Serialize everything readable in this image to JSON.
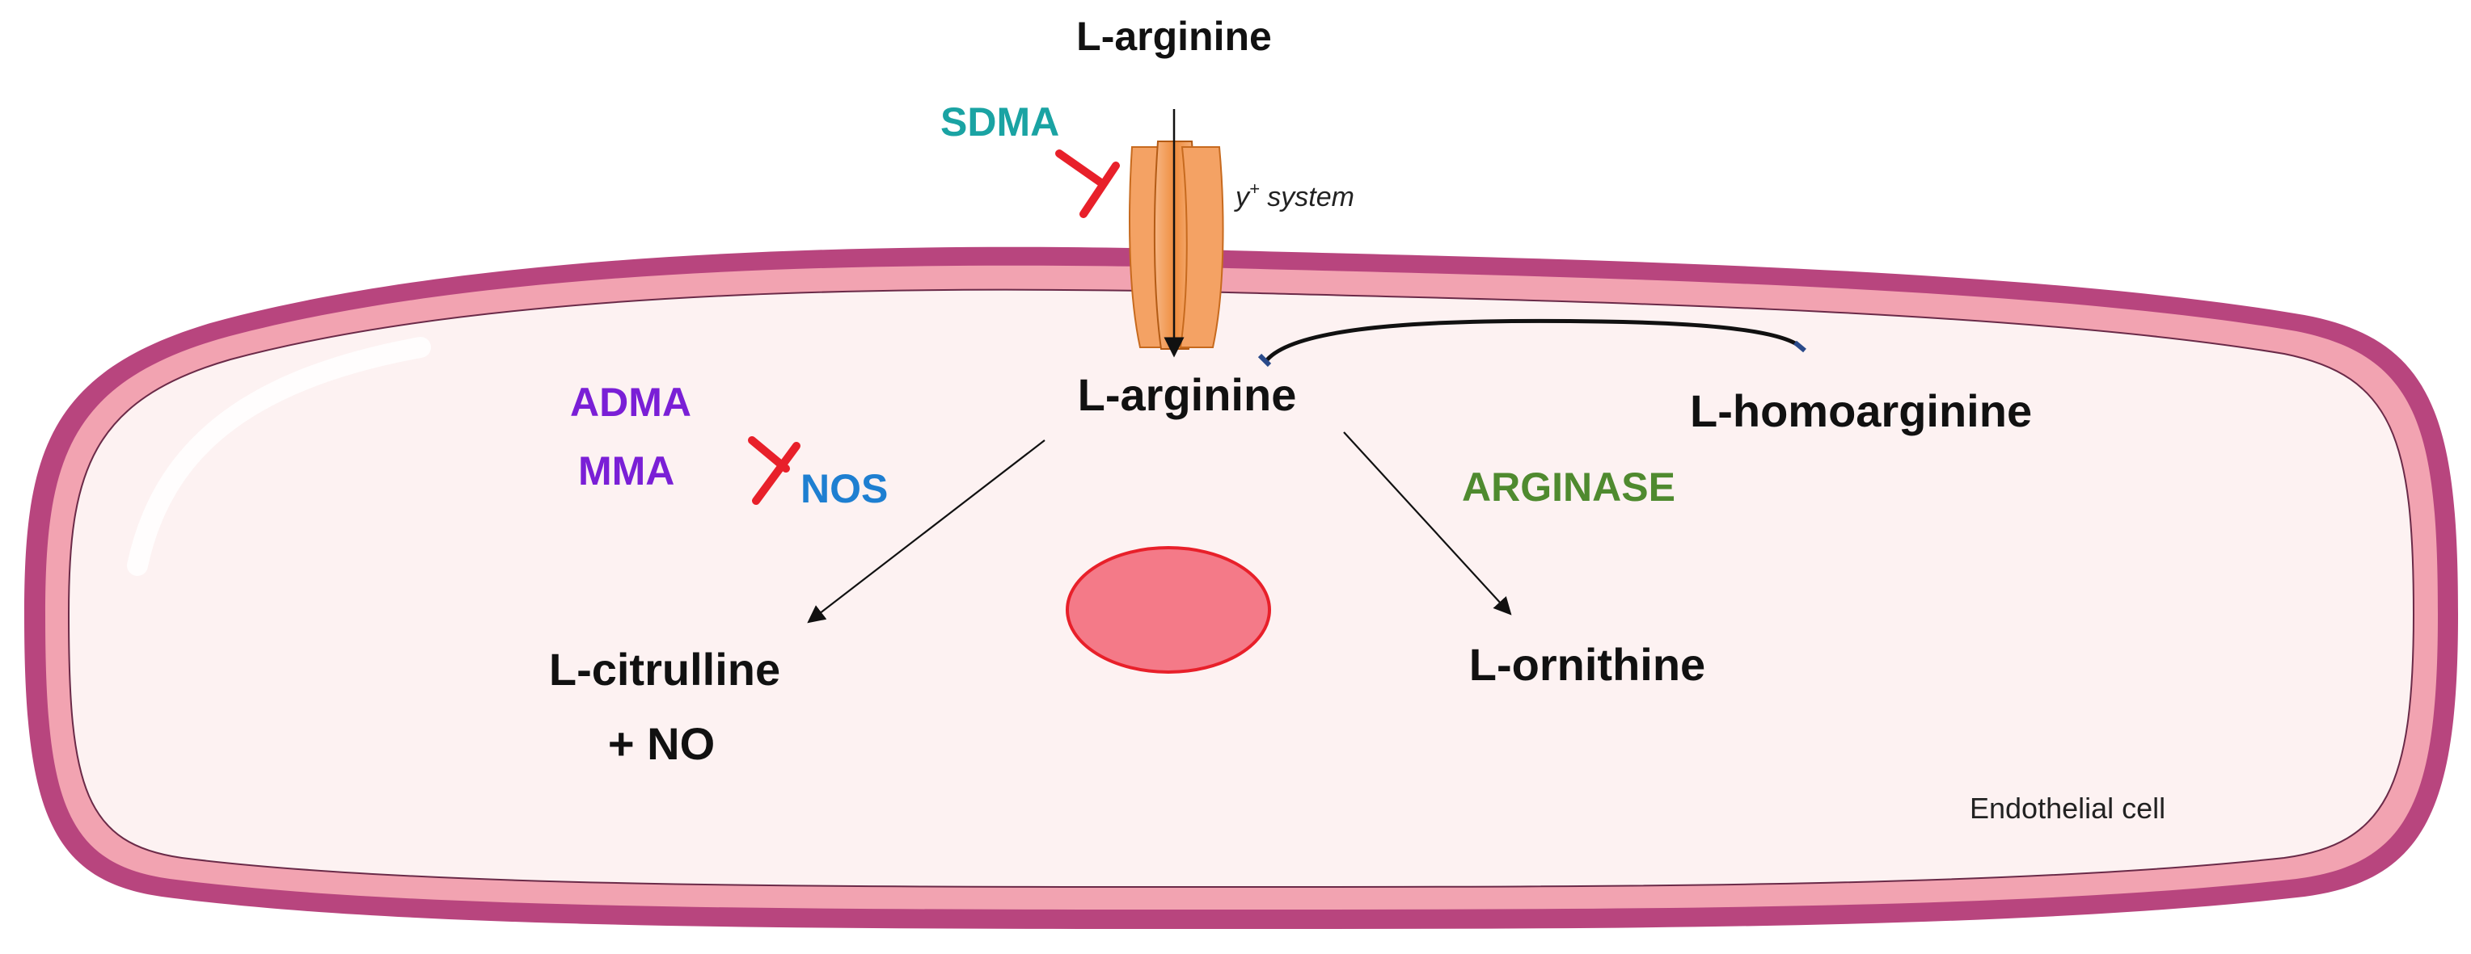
{
  "labels": {
    "arginine_outside": "L-arginine",
    "arginine_inside": "L-arginine",
    "homoarginine": "L-homoarginine",
    "citrulline": "L-citrulline",
    "no": "+ NO",
    "ornithine": "L-ornithine",
    "cell_name": "Endothelial cell"
  },
  "transporter": {
    "prefix": "y",
    "superscript": "+",
    "suffix": " system"
  },
  "inhibitors": {
    "sdma": "SDMA",
    "adma": "ADMA",
    "mma": "MMA"
  },
  "enzymes": {
    "nos": "NOS",
    "arginase": "ARGINASE"
  },
  "colors": {
    "sdma": "#1aa3a3",
    "adma_mma": "#7a1fd6",
    "nos": "#1e7fd1",
    "arginase": "#4f8a2f",
    "inhibition": "#e8202a",
    "membrane_outer": "#b8457e",
    "membrane_inner": "#f2a3b1",
    "cytoplasm": "#fdf2f2",
    "nucleus": "#f47a88",
    "transporter": "#f5a764"
  }
}
